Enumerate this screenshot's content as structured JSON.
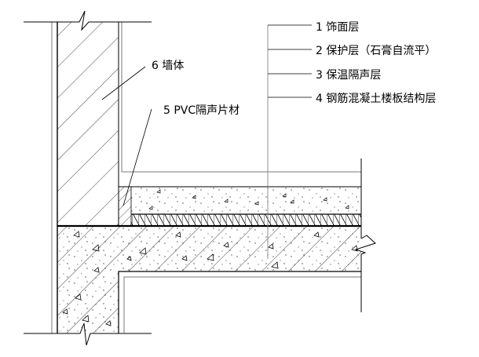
{
  "title": "楼板隔声构造详图",
  "labels": {
    "layer1": "1 饰面层",
    "layer2": "2 保护层（石膏自流平）",
    "layer3": "3 保温隔声层",
    "layer4": "4 钢筋混凝土楼板结构层",
    "pvc": "5 PVC隔声片材",
    "wall": "6 墙体"
  },
  "colors": {
    "line": "#000000",
    "thin": "#777777",
    "background": "#ffffff"
  }
}
